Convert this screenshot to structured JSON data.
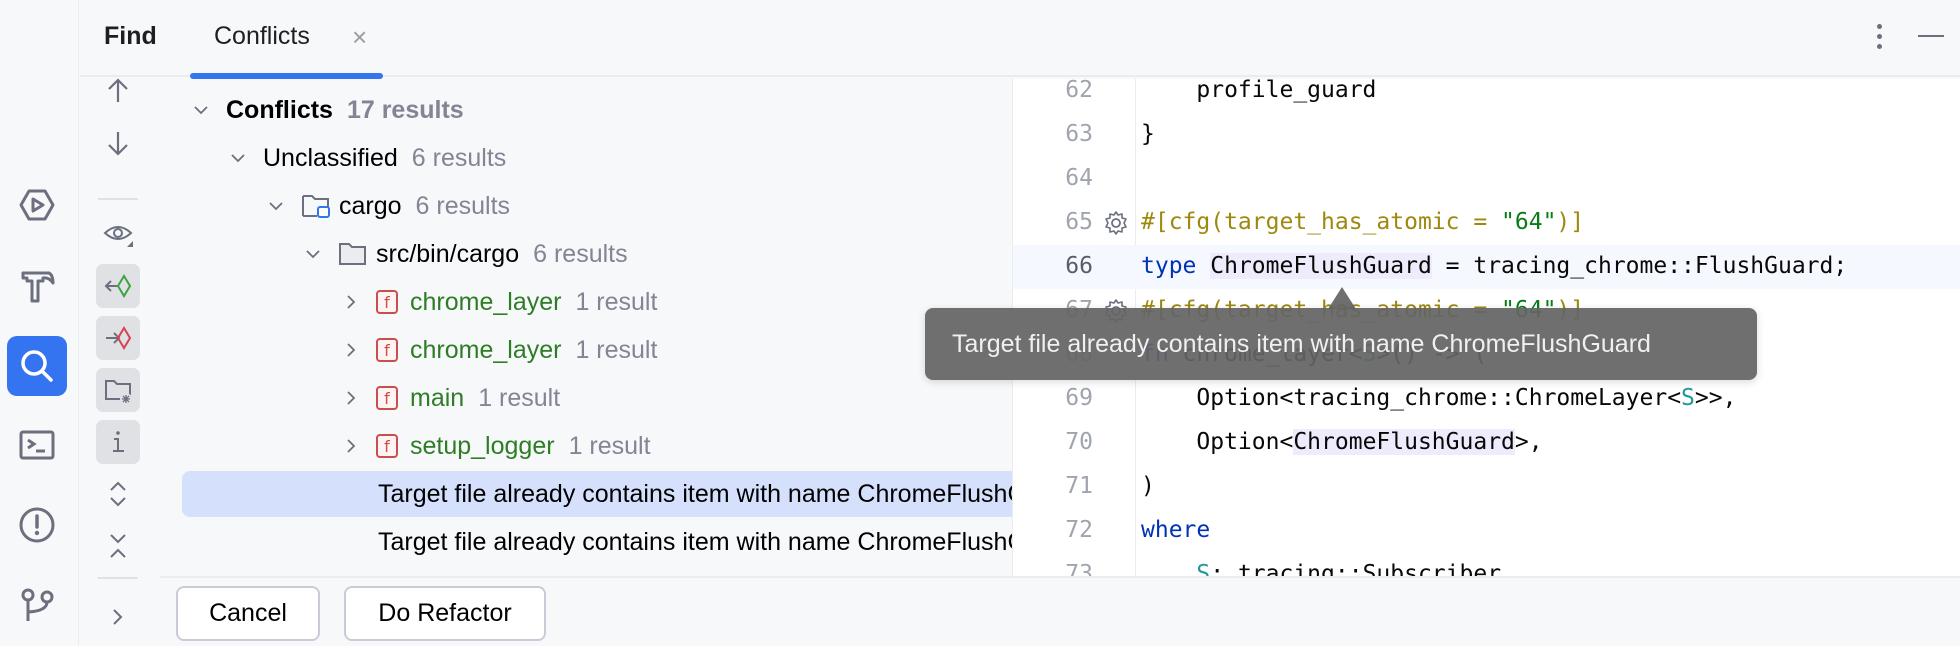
{
  "header": {
    "title": "Find",
    "tabs": [
      {
        "label": "Conflicts",
        "close": "×",
        "active": true
      }
    ],
    "more_icon": "vertical-ellipsis",
    "minimize_icon": "minus"
  },
  "stripe": {
    "items": [
      {
        "name": "run",
        "icon": "run-hexagon-icon"
      },
      {
        "name": "build",
        "icon": "hammer-icon"
      },
      {
        "name": "find",
        "icon": "search-icon",
        "active": true
      },
      {
        "name": "terminal",
        "icon": "terminal-icon"
      },
      {
        "name": "problems",
        "icon": "exclamation-circle-icon"
      },
      {
        "name": "git",
        "icon": "branch-icon"
      }
    ]
  },
  "toolbar": {
    "items": [
      "previous-occurrence",
      "next-occurrence",
      "preview",
      "show-read-access",
      "show-write-access",
      "group-by-directory",
      "show-info",
      "expand-all",
      "collapse-all",
      "more"
    ]
  },
  "tree": {
    "root": {
      "label": "Conflicts",
      "count": "17 results"
    },
    "group": {
      "label": "Unclassified",
      "count": "6 results"
    },
    "module": {
      "label": "cargo",
      "count": "6 results"
    },
    "dir": {
      "label": "src/bin/cargo",
      "count": "6 results"
    },
    "functions": [
      {
        "label": "chrome_layer",
        "count": "1 result"
      },
      {
        "label": "chrome_layer",
        "count": "1 result"
      },
      {
        "label": "main",
        "count": "1 result"
      },
      {
        "label": "setup_logger",
        "count": "1 result"
      }
    ],
    "fn_icon_letter": "f",
    "messages": [
      {
        "label": "Target file already contains item with name ChromeFlushGuard",
        "selected": true
      },
      {
        "label": "Target file already contains item with name ChromeFlushGuard",
        "selected": false
      }
    ]
  },
  "buttons": {
    "cancel": "Cancel",
    "do_refactor": "Do Refactor"
  },
  "editor": {
    "lines": [
      {
        "n": "62",
        "code": "    profile_guard"
      },
      {
        "n": "63",
        "code": "}"
      },
      {
        "n": "64",
        "code": ""
      },
      {
        "n": "65",
        "code": "#[cfg(target_has_atomic = \"64\")]"
      },
      {
        "n": "66",
        "code": "type ChromeFlushGuard = tracing_chrome::FlushGuard;"
      },
      {
        "n": "67",
        "code": "#[cfg(target_has_atomic = \"64\")]"
      },
      {
        "n": "68",
        "code": "fn chrome_layer<S>() -> ("
      },
      {
        "n": "69",
        "code": "    Option<tracing_chrome::ChromeLayer<S>>,"
      },
      {
        "n": "70",
        "code": "    Option<ChromeFlushGuard>,"
      },
      {
        "n": "71",
        "code": ")"
      },
      {
        "n": "72",
        "code": "where"
      },
      {
        "n": "73",
        "code": "    S: tracing::Subscriber"
      }
    ],
    "current_line": "66"
  },
  "tooltip": {
    "text": "Target file already contains item with name ChromeFlushGuard"
  },
  "colors": {
    "accent": "#3574f0",
    "selection": "#d5e1fc",
    "function_green": "#2e7d25",
    "keyword": "#0033b3",
    "attribute": "#9e880d",
    "string": "#067d17"
  }
}
